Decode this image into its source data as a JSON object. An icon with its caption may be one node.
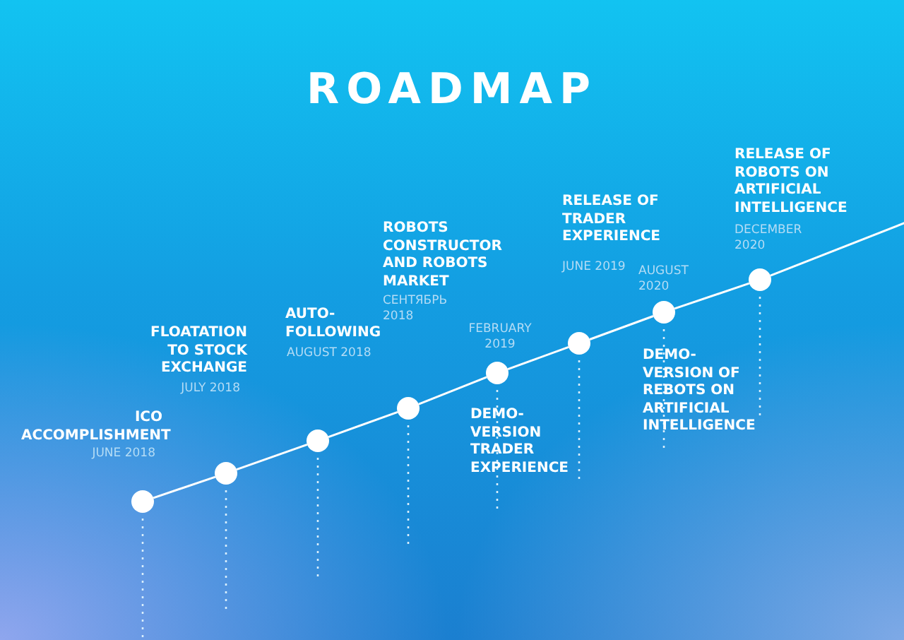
{
  "diagram": {
    "title": "ROADMAP",
    "nodes": [
      {
        "text": [],
        "shape": "circle",
        "beside": [
          "ICO ACCOMPLISHMENT",
          "JUNE 2018"
        ]
      },
      {
        "text": [],
        "shape": "circle",
        "beside": [
          "FLOATATION TO STOCK EXCHANGE",
          "JULY 2018"
        ]
      },
      {
        "text": [],
        "shape": "circle",
        "beside": [
          "AUTO- FOLLOWING",
          "AUGUST 2018"
        ]
      },
      {
        "text": [],
        "shape": "circle",
        "beside": [
          "ROBOTS CONSTRUCTOR AND ROBOTS MARKET",
          "СЕНТЯБРЬ 2018"
        ]
      },
      {
        "text": [],
        "shape": "circle",
        "beside": [
          "FEBRUARY 2019",
          "DEMO- VERSION TRADER EXPERIENCE"
        ]
      },
      {
        "text": [],
        "shape": "circle",
        "beside": [
          "RELEASE OF TRADER EXPERIENCE",
          "JUNE 2019"
        ]
      },
      {
        "text": [],
        "shape": "circle",
        "beside": [
          "AUGUST 2020",
          "DEMO- VERSION OF REBOTS ON ARTIFICIAL INTELLIGENCE"
        ]
      },
      {
        "text": [],
        "shape": "circle",
        "beside": [
          "RELEASE OF ROBOTS ON ARTIFICIAL INTELLIGENCE",
          "DECEMBER 2020"
        ]
      }
    ],
    "edges": [
      {
        "from": 0,
        "to": 1,
        "arrow": "none"
      },
      {
        "from": 1,
        "to": 2,
        "arrow": "none"
      },
      {
        "from": 2,
        "to": 3,
        "arrow": "none"
      },
      {
        "from": 3,
        "to": 4,
        "arrow": "none"
      },
      {
        "from": 4,
        "to": 5,
        "arrow": "none"
      },
      {
        "from": 5,
        "to": 6,
        "arrow": "none"
      },
      {
        "from": 6,
        "to": 7,
        "arrow": "none"
      },
      {
        "from": 7,
        "to": null,
        "arrow": "none"
      }
    ]
  }
}
